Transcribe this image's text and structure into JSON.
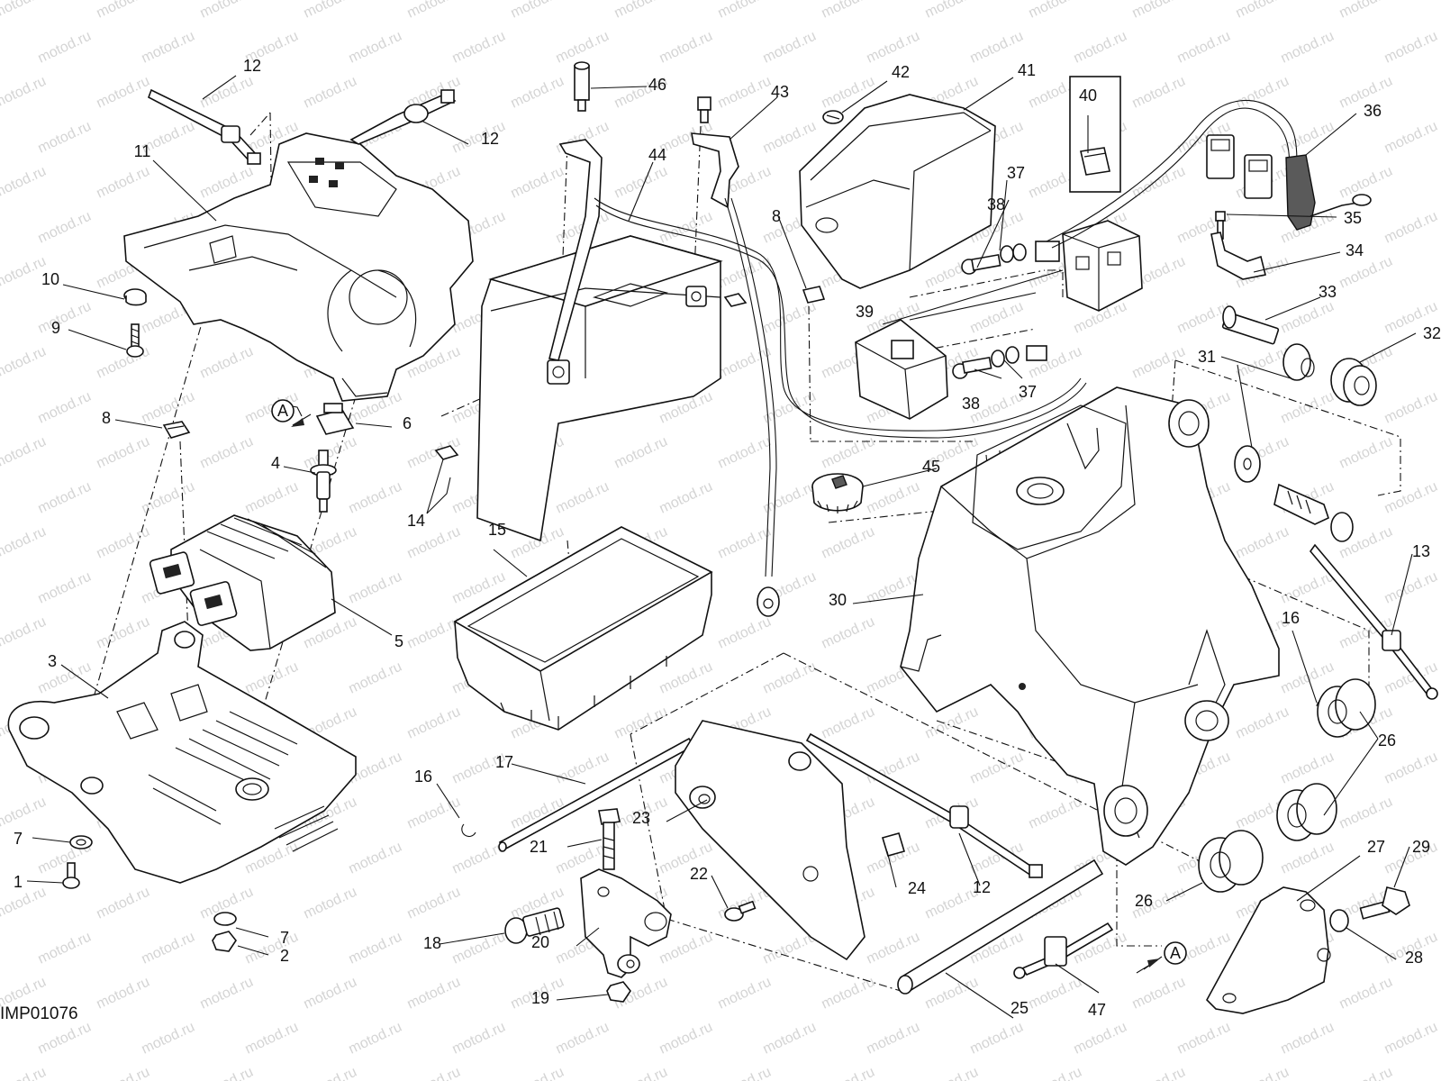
{
  "diagram": {
    "reference_code": "IMP01076",
    "watermark_text": "motod.ru",
    "section_marker": "A",
    "callouts": [
      {
        "id": "c1",
        "label": "1"
      },
      {
        "id": "c2",
        "label": "2"
      },
      {
        "id": "c3",
        "label": "3"
      },
      {
        "id": "c4",
        "label": "4"
      },
      {
        "id": "c5",
        "label": "5"
      },
      {
        "id": "c6",
        "label": "6"
      },
      {
        "id": "c7a",
        "label": "7"
      },
      {
        "id": "c7b",
        "label": "7"
      },
      {
        "id": "c8a",
        "label": "8"
      },
      {
        "id": "c8b",
        "label": "8"
      },
      {
        "id": "c9",
        "label": "9"
      },
      {
        "id": "c10",
        "label": "10"
      },
      {
        "id": "c11",
        "label": "11"
      },
      {
        "id": "c12a",
        "label": "12"
      },
      {
        "id": "c12b",
        "label": "12"
      },
      {
        "id": "c12c",
        "label": "12"
      },
      {
        "id": "c13",
        "label": "13"
      },
      {
        "id": "c14",
        "label": "14"
      },
      {
        "id": "c15",
        "label": "15"
      },
      {
        "id": "c16a",
        "label": "16"
      },
      {
        "id": "c16b",
        "label": "16"
      },
      {
        "id": "c17",
        "label": "17"
      },
      {
        "id": "c18",
        "label": "18"
      },
      {
        "id": "c19",
        "label": "19"
      },
      {
        "id": "c20",
        "label": "20"
      },
      {
        "id": "c21",
        "label": "21"
      },
      {
        "id": "c22",
        "label": "22"
      },
      {
        "id": "c23",
        "label": "23"
      },
      {
        "id": "c24",
        "label": "24"
      },
      {
        "id": "c25",
        "label": "25"
      },
      {
        "id": "c26a",
        "label": "26"
      },
      {
        "id": "c26b",
        "label": "26"
      },
      {
        "id": "c27",
        "label": "27"
      },
      {
        "id": "c28",
        "label": "28"
      },
      {
        "id": "c29",
        "label": "29"
      },
      {
        "id": "c30",
        "label": "30"
      },
      {
        "id": "c31",
        "label": "31"
      },
      {
        "id": "c32",
        "label": "32"
      },
      {
        "id": "c33",
        "label": "33"
      },
      {
        "id": "c34",
        "label": "34"
      },
      {
        "id": "c35",
        "label": "35"
      },
      {
        "id": "c36",
        "label": "36"
      },
      {
        "id": "c37a",
        "label": "37"
      },
      {
        "id": "c37b",
        "label": "37"
      },
      {
        "id": "c38a",
        "label": "38"
      },
      {
        "id": "c38b",
        "label": "38"
      },
      {
        "id": "c39",
        "label": "39"
      },
      {
        "id": "c40",
        "label": "40"
      },
      {
        "id": "c41",
        "label": "41"
      },
      {
        "id": "c42",
        "label": "42"
      },
      {
        "id": "c43",
        "label": "43"
      },
      {
        "id": "c44",
        "label": "44"
      },
      {
        "id": "c45",
        "label": "45"
      },
      {
        "id": "c46",
        "label": "46"
      },
      {
        "id": "c47",
        "label": "47"
      }
    ]
  }
}
